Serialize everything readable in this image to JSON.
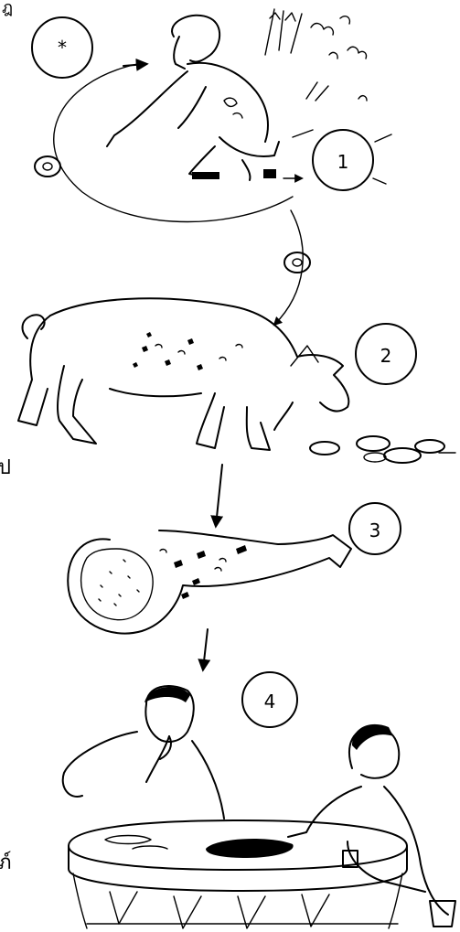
{
  "steps": [
    {
      "label": "1",
      "description": "person defecating outdoors"
    },
    {
      "label": "2",
      "description": "pig eating contaminated feces"
    },
    {
      "label": "3",
      "description": "infected pork"
    },
    {
      "label": "4",
      "description": "people eating pork"
    }
  ],
  "egg_symbol": "*",
  "edge_text": {
    "top": "ฎ",
    "left_mid": "ป",
    "left_bottom": "ภ์"
  }
}
